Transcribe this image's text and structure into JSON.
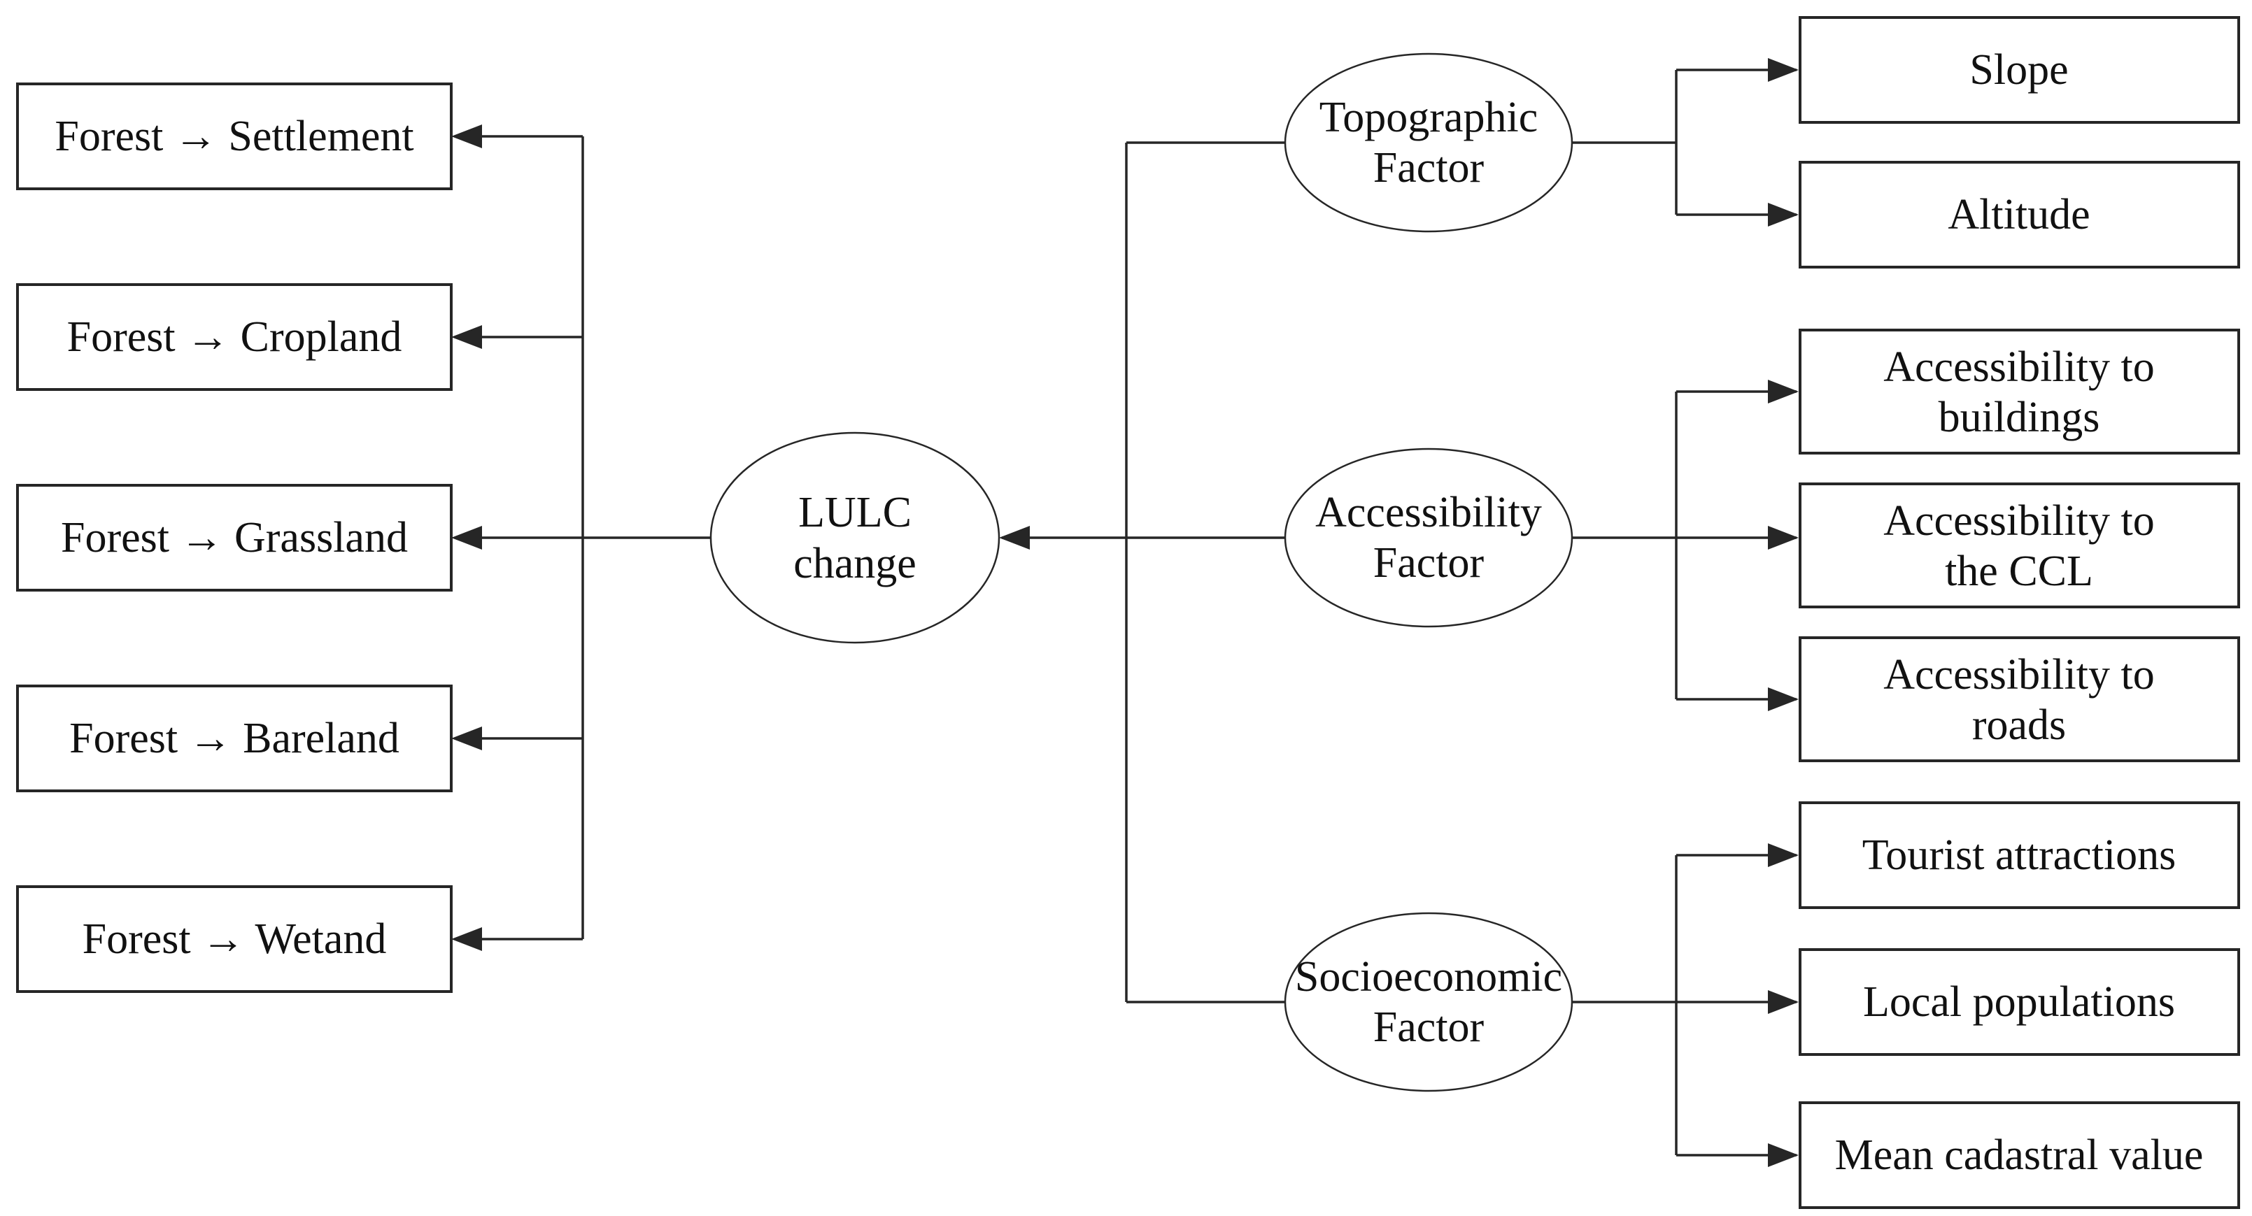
{
  "diagram": {
    "center": {
      "lines": [
        "LULC",
        "change"
      ]
    },
    "transitions": [
      {
        "label": "Forest → Settlement"
      },
      {
        "label": "Forest → Cropland"
      },
      {
        "label": "Forest → Grassland"
      },
      {
        "label": "Forest → Bareland"
      },
      {
        "label": "Forest → Wetand"
      }
    ],
    "factors": [
      {
        "lines": [
          "Topographic",
          "Factor"
        ],
        "children": [
          {
            "line1": "Slope",
            "line2": ""
          },
          {
            "line1": "Altitude",
            "line2": ""
          }
        ]
      },
      {
        "lines": [
          "Accessibility",
          "Factor"
        ],
        "children": [
          {
            "line1": "Accessibility to",
            "line2": "buildings"
          },
          {
            "line1": "Accessibility to",
            "line2": "the CCL"
          },
          {
            "line1": "Accessibility to",
            "line2": "roads"
          }
        ]
      },
      {
        "lines": [
          "Socioeconomic",
          "Factor"
        ],
        "children": [
          {
            "line1": "Tourist attractions",
            "line2": ""
          },
          {
            "line1": "Local populations",
            "line2": ""
          },
          {
            "line1": "Mean cadastral value",
            "line2": ""
          }
        ]
      }
    ],
    "colors": {
      "stroke": "#262626",
      "fill": "#ffffff",
      "text": "#111111"
    }
  }
}
